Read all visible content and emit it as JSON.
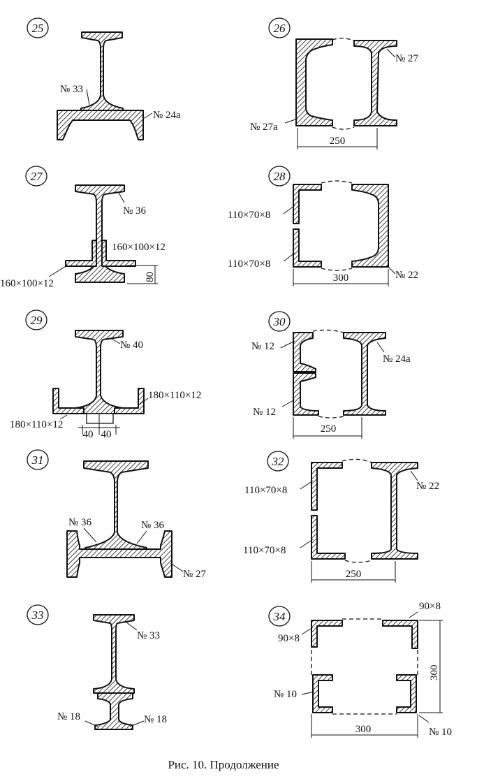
{
  "caption": "Рис. 10. Продолжение",
  "figures": [
    {
      "number": "25",
      "labels": [
        "№ 33",
        "№ 24а"
      ]
    },
    {
      "number": "26",
      "labels": [
        "№ 27",
        "№ 27а"
      ],
      "dimension": "250"
    },
    {
      "number": "27",
      "labels": [
        "№ 36",
        "160×100×12",
        "160×100×12"
      ],
      "dimension": "80"
    },
    {
      "number": "28",
      "labels": [
        "110×70×8",
        "110×70×8",
        "№ 22"
      ],
      "dimension": "300"
    },
    {
      "number": "29",
      "labels": [
        "№ 40",
        "180×110×12",
        "180×110×12"
      ],
      "dimensions": [
        "40",
        "40"
      ]
    },
    {
      "number": "30",
      "labels": [
        "№ 12",
        "№ 24а",
        "№ 12"
      ],
      "dimension": "250"
    },
    {
      "number": "31",
      "labels": [
        "№ 36",
        "№ 36",
        "№ 27"
      ]
    },
    {
      "number": "32",
      "labels": [
        "110×70×8",
        "№ 22",
        "110×70×8"
      ],
      "dimension": "250"
    },
    {
      "number": "33",
      "labels": [
        "№ 33",
        "№ 18",
        "№ 18"
      ]
    },
    {
      "number": "34",
      "labels": [
        "90×8",
        "90×8",
        "№ 10",
        "№ 10"
      ],
      "dimensions": [
        "300",
        "300"
      ]
    }
  ]
}
